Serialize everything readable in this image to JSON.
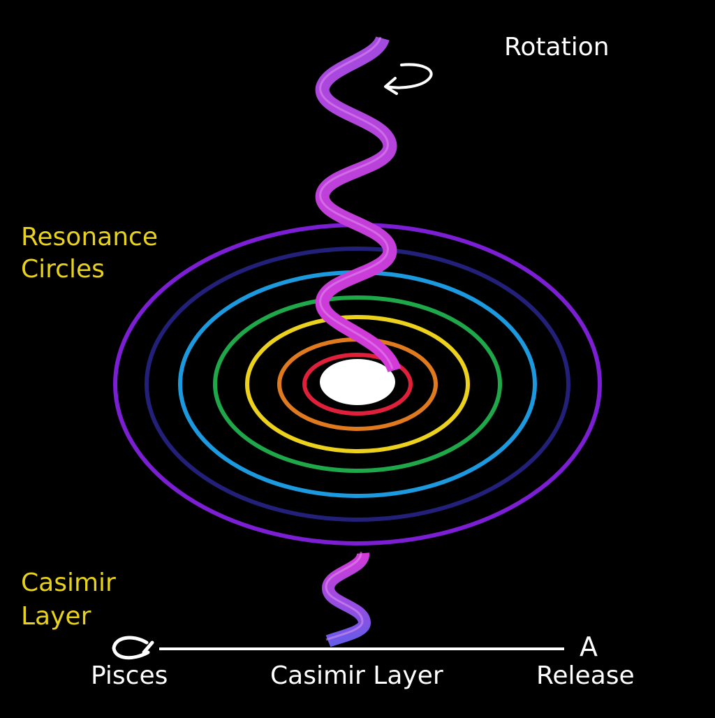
{
  "labels": {
    "rotation": "Rotation",
    "resonance_line1": "Resonance",
    "resonance_line2": "Circles",
    "casimir_side_line1": "Casimir",
    "casimir_side_line2": "Layer",
    "pisces": "Pisces",
    "casimir_bottom": "Casimir Layer",
    "release": "Release",
    "release_glyph": "A"
  },
  "colors": {
    "label_yellow": "#e8d21a",
    "label_white": "#ffffff",
    "background": "#000000",
    "core": "#ffffff",
    "helix_violet": "#a24be0",
    "helix_magenta": "#d43ad8",
    "helix_blue": "#6a5be8",
    "rings": [
      "#e0203a",
      "#e07a1e",
      "#ecd21c",
      "#1ea84a",
      "#1c9ae0",
      "#23207a",
      "#7b1ed4"
    ]
  },
  "icons": {
    "rotation_arrow": "counterclockwise-arrow-icon",
    "pisces_symbol": "pisces-fish-icon"
  }
}
